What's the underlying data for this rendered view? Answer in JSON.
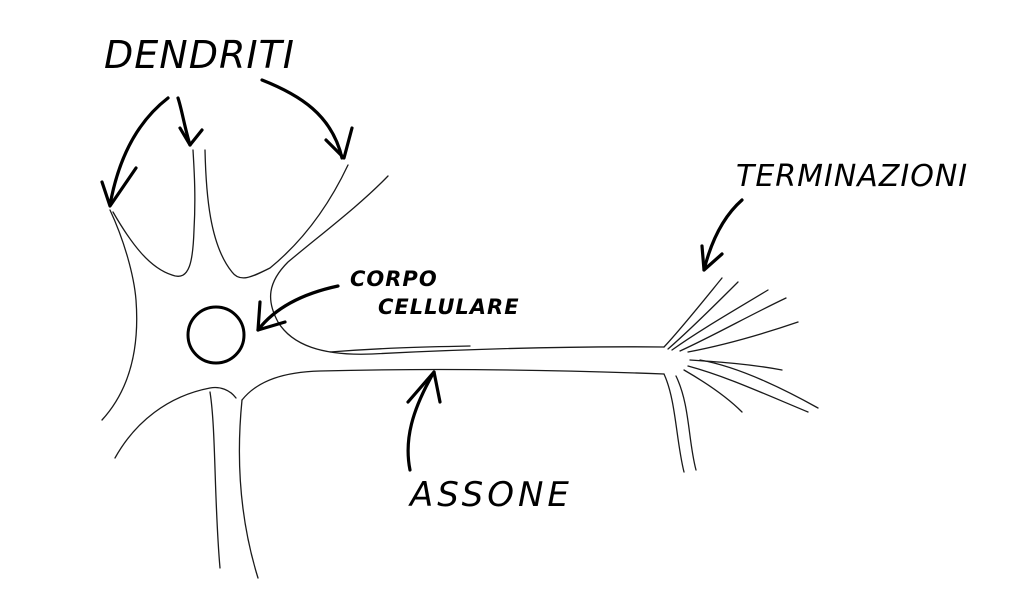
{
  "labels": {
    "dendriti": "DENDRITI",
    "corpo_line1": "CORPO",
    "corpo_line2": "CELLULARE",
    "assone": "ASSONE",
    "terminazioni": "TERMINAZIONI"
  },
  "colors": {
    "background": "#ffffff",
    "ink": "#000000"
  }
}
